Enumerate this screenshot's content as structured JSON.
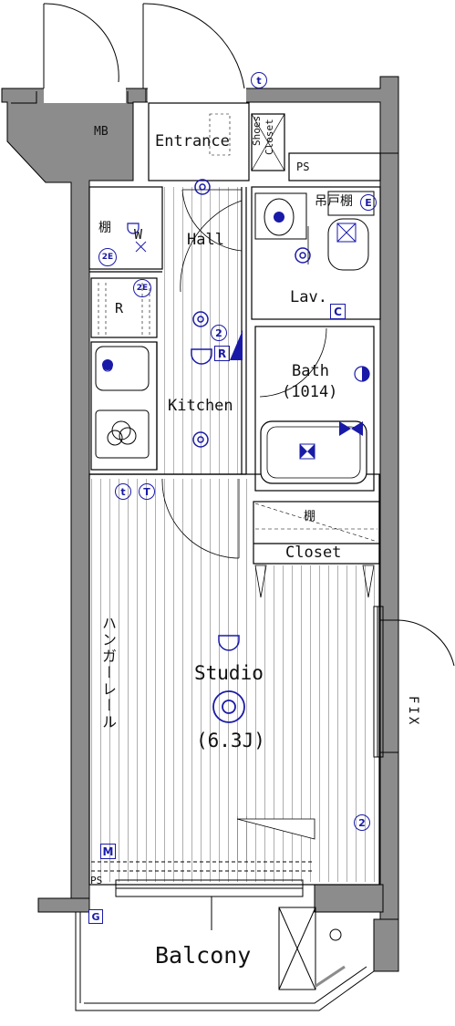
{
  "rooms": {
    "mb": "MB",
    "entrance": "Entrance",
    "shoes_closet_1": "Shoes",
    "shoes_closet_2": "Closet",
    "ps_top": "PS",
    "tsuri_dana": "吊戸棚",
    "tana_w": "棚",
    "w": "W",
    "hall": "Hall",
    "lav": "Lav.",
    "r": "R",
    "bath": "Bath",
    "bath_size": "(1014)",
    "kitchen": "Kitchen",
    "tana_closet": "棚",
    "closet": "Closet",
    "hanger_rail": "ハンガーレール",
    "studio": "Studio",
    "studio_size": "(6.3J)",
    "fix": "FIX",
    "ps_bottom": "PS",
    "balcony": "Balcony"
  },
  "symbols": {
    "t": "t",
    "T": "T",
    "two_e": "2E",
    "two": "2",
    "e": "E",
    "c": "C",
    "r_box": "R",
    "m_box": "M",
    "g_box": "G"
  },
  "colors": {
    "wall": "#8c8c8c",
    "line": "#000000",
    "symbol": "#1a1aa8"
  }
}
